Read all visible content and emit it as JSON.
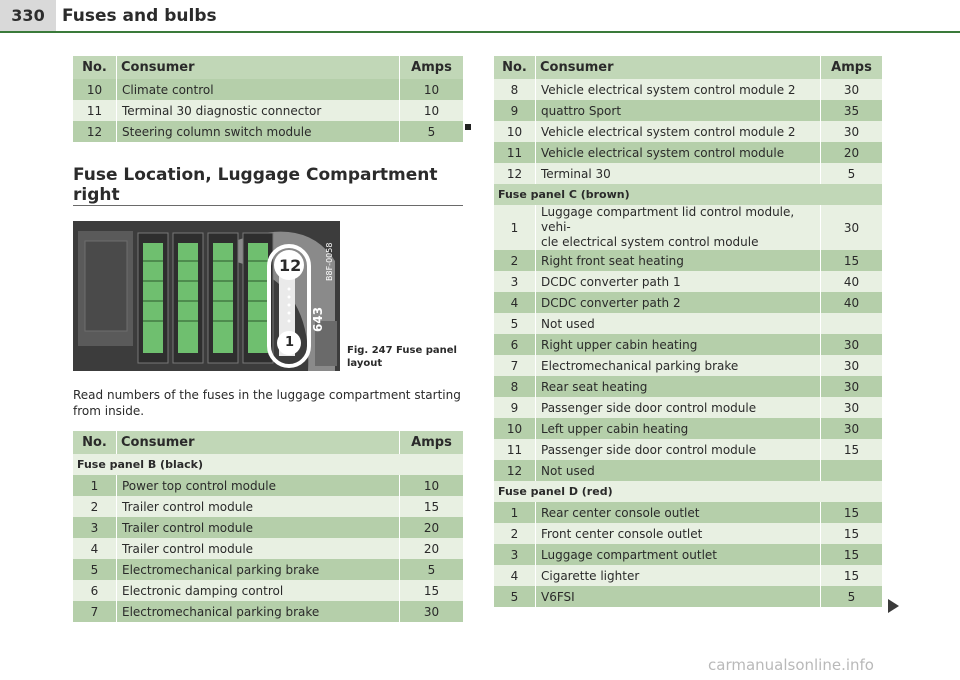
{
  "header": {
    "page_number": "330",
    "title": "Fuses and bulbs"
  },
  "table_top_left": {
    "headers": {
      "no": "No.",
      "consumer": "Consumer",
      "amps": "Amps"
    },
    "rows": [
      {
        "no": "10",
        "consumer": "Climate control",
        "amps": "10"
      },
      {
        "no": "11",
        "consumer": "Terminal 30 diagnostic connector",
        "amps": "10"
      },
      {
        "no": "12",
        "consumer": "Steering column switch module",
        "amps": "5"
      }
    ]
  },
  "section": {
    "title": "Fuse Location, Luggage Compartment right"
  },
  "figure": {
    "code": "B8F-0058",
    "label_top": "12",
    "label_bottom": "1",
    "label_side": "643",
    "caption_line1": "Fig. 247  Fuse panel",
    "caption_line2": "layout"
  },
  "body_text": "Read numbers of the fuses in the luggage compartment starting from inside.",
  "table_panel_b": {
    "headers": {
      "no": "No.",
      "consumer": "Consumer",
      "amps": "Amps"
    },
    "group": "Fuse panel B (black)",
    "rows": [
      {
        "no": "1",
        "consumer": "Power top control module",
        "amps": "10"
      },
      {
        "no": "2",
        "consumer": "Trailer control module",
        "amps": "15"
      },
      {
        "no": "3",
        "consumer": "Trailer control module",
        "amps": "20"
      },
      {
        "no": "4",
        "consumer": "Trailer control module",
        "amps": "20"
      },
      {
        "no": "5",
        "consumer": "Electromechanical parking brake",
        "amps": "5"
      },
      {
        "no": "6",
        "consumer": "Electronic damping control",
        "amps": "15"
      },
      {
        "no": "7",
        "consumer": "Electromechanical parking brake",
        "amps": "30"
      }
    ]
  },
  "table_right": {
    "headers": {
      "no": "No.",
      "consumer": "Consumer",
      "amps": "Amps"
    },
    "rows_a": [
      {
        "no": "8",
        "consumer": "Vehicle electrical system control module 2",
        "amps": "30"
      },
      {
        "no": "9",
        "consumer": "quattro Sport",
        "amps": "35"
      },
      {
        "no": "10",
        "consumer": "Vehicle electrical system control module 2",
        "amps": "30"
      },
      {
        "no": "11",
        "consumer": "Vehicle electrical system control module",
        "amps": "20"
      },
      {
        "no": "12",
        "consumer": "Terminal 30",
        "amps": "5"
      }
    ],
    "group_c": "Fuse panel C (brown)",
    "rows_c": [
      {
        "no": "1",
        "consumer_l1": "Luggage compartment lid control module, vehi-",
        "consumer_l2": "cle electrical system control module",
        "amps": "30"
      },
      {
        "no": "2",
        "consumer": "Right front seat heating",
        "amps": "15"
      },
      {
        "no": "3",
        "consumer": "DCDC converter path 1",
        "amps": "40"
      },
      {
        "no": "4",
        "consumer": "DCDC converter path 2",
        "amps": "40"
      },
      {
        "no": "5",
        "consumer": "Not used",
        "amps": ""
      },
      {
        "no": "6",
        "consumer": "Right upper cabin heating",
        "amps": "30"
      },
      {
        "no": "7",
        "consumer": "Electromechanical parking brake",
        "amps": "30"
      },
      {
        "no": "8",
        "consumer": "Rear seat heating",
        "amps": "30"
      },
      {
        "no": "9",
        "consumer": "Passenger side door control module",
        "amps": "30"
      },
      {
        "no": "10",
        "consumer": "Left upper cabin heating",
        "amps": "30"
      },
      {
        "no": "11",
        "consumer": "Passenger side door control module",
        "amps": "15"
      },
      {
        "no": "12",
        "consumer": "Not used",
        "amps": ""
      }
    ],
    "group_d": "Fuse panel D (red)",
    "rows_d": [
      {
        "no": "1",
        "consumer": "Rear center console outlet",
        "amps": "15"
      },
      {
        "no": "2",
        "consumer": "Front center console outlet",
        "amps": "15"
      },
      {
        "no": "3",
        "consumer": "Luggage compartment outlet",
        "amps": "15"
      },
      {
        "no": "4",
        "consumer": "Cigarette lighter",
        "amps": "15"
      },
      {
        "no": "5",
        "consumer": "V6FSI",
        "amps": "5"
      }
    ]
  },
  "watermark": "carmanualsonline.info"
}
